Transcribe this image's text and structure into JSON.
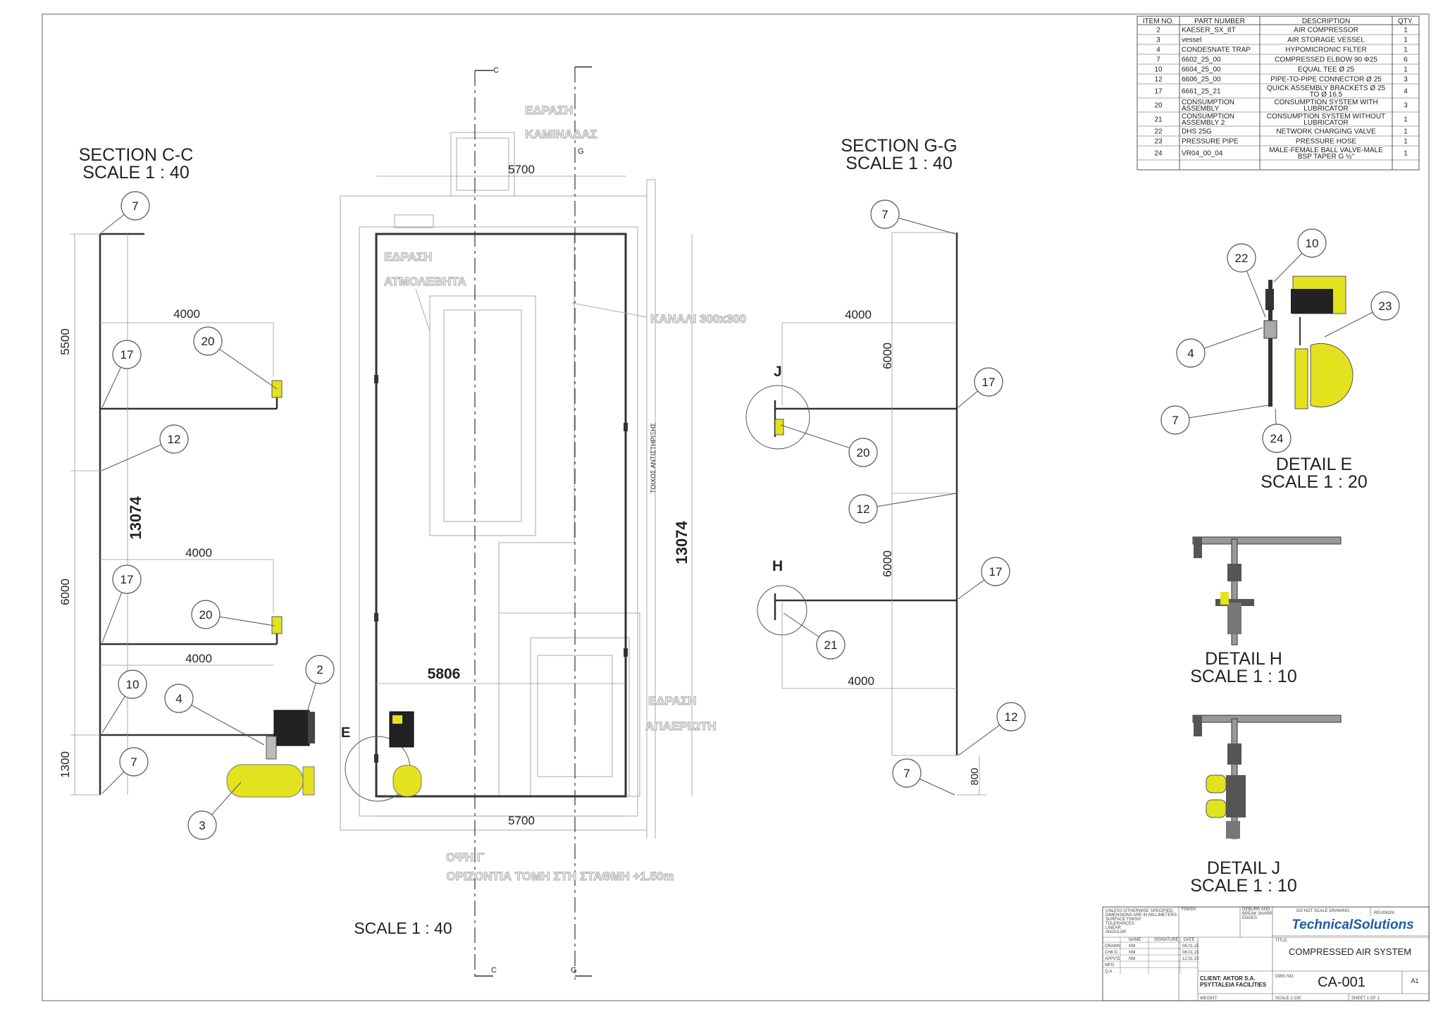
{
  "bom": {
    "headers": [
      "ITEM NO.",
      "PART NUMBER",
      "DESCRIPTION",
      "QTY."
    ],
    "rows": [
      {
        "item": "2",
        "part": "KAESER_SX_8T",
        "desc": [
          "AIR COMPRESSOR"
        ],
        "qty": "1"
      },
      {
        "item": "3",
        "part": "vessel",
        "desc": [
          "AIR STORAGE VESSEL"
        ],
        "qty": "1"
      },
      {
        "item": "4",
        "part": "CONDESNATE TRAP",
        "desc": [
          "HYPOMICRONIC FILTER"
        ],
        "qty": "1"
      },
      {
        "item": "7",
        "part": "6602_25_00",
        "desc": [
          "COMPRESSED ELBOW 90 Φ25"
        ],
        "qty": "6"
      },
      {
        "item": "10",
        "part": "6604_25_00",
        "desc": [
          "EQUAL TEE Ø 25"
        ],
        "qty": "1"
      },
      {
        "item": "12",
        "part": "6606_25_00",
        "desc": [
          "PIPE-TO-PIPE CONNECTOR Ø 25"
        ],
        "qty": "3"
      },
      {
        "item": "17",
        "part": "6661_25_21",
        "desc": [
          "QUICK ASSEMBLY BRACKETS Ø 25",
          "TO Ø 16.5"
        ],
        "qty": "4"
      },
      {
        "item": "20",
        "part": "CONSUMPTION ASSEMBLY",
        "desc": [
          "CONSUMPTION SYSTEM WITH",
          "LUBRICATOR"
        ],
        "qty": "3"
      },
      {
        "item": "21",
        "part": "CONSUMPTION ASSEMBLY 2",
        "desc": [
          "CONSUMPTION SYSTEM WITHOUT",
          "LUBRICATOR"
        ],
        "qty": "1"
      },
      {
        "item": "22",
        "part": "DHS 25G",
        "desc": [
          "NETWORK CHARGING VALVE"
        ],
        "qty": "1"
      },
      {
        "item": "23",
        "part": "PRESSURE PIPE",
        "desc": [
          "PRESSURE HOSE"
        ],
        "qty": "1"
      },
      {
        "item": "24",
        "part": "VR04_00_04",
        "desc": [
          "MALE-FEMALE BALL VALVE-MALE",
          "BSP TAPER G ½''"
        ],
        "qty": "1"
      }
    ]
  },
  "views": {
    "section_cc": {
      "title": "SECTION C-C",
      "scale": "SCALE 1 : 40"
    },
    "section_gg": {
      "title": "SECTION G-G",
      "scale": "SCALE 1 : 40"
    },
    "detail_e": {
      "title": "DETAIL E",
      "scale": "SCALE 1 : 20"
    },
    "detail_h": {
      "title": "DETAIL H",
      "scale": "SCALE 1 : 10"
    },
    "detail_j": {
      "title": "DETAIL J",
      "scale": "SCALE 1 : 10"
    },
    "plan": {
      "scale": "SCALE 1 : 40"
    }
  },
  "plan_labels": {
    "chimney": [
      "ΕΔΡΑΣΗ",
      "ΚΑΜΙΝΑΔΑΣ"
    ],
    "boiler": [
      "ΕΔΡΑΣΗ",
      "ΑΤΜΟΛΕΒΗΤΑ"
    ],
    "channel": "ΚΑΝΑΛΙ 300x300",
    "deaerator": [
      "ΕΔΡΑΣΗ",
      "ΑΠΑΕΡΙΩΤΗ"
    ],
    "retaining_wall": "ΤΟΙΧΟΣ ΑΝΤΙΣΤΗΡΙΞΗΣ",
    "view_title": "ΟΨΗ Γ",
    "view_subtitle": "ΟΡΙΖΟΝΤΙΑ ΤΟΜΗ ΣΤΗ ΣΤΑΘΜΗ +1.50m",
    "section_letters": {
      "c_top": "C",
      "g_top": "G",
      "c_bottom": "C",
      "g_bottom": "G"
    },
    "detail_e_letter": "E"
  },
  "dimensions": {
    "plan_width_top": "5700",
    "plan_width_bottom": "5700",
    "plan_inner_width": "5806",
    "plan_height": "13074",
    "cc_total_height": "13074",
    "cc_seg_top": "5500",
    "cc_seg_mid": "6000",
    "cc_seg_bottom": "1300",
    "cc_branch_1": "4000",
    "cc_branch_2": "4000",
    "cc_branch_3": "4000",
    "gg_seg_top": "6000",
    "gg_seg_mid": "6000",
    "gg_seg_bottom": "800",
    "gg_branch_top": "4000",
    "gg_branch_bottom": "4000"
  },
  "balloons": {
    "cc": [
      "7",
      "17",
      "20",
      "12",
      "17",
      "20",
      "10",
      "4",
      "2",
      "7",
      "3"
    ],
    "gg": [
      "7",
      "17",
      "20",
      "12",
      "17",
      "21",
      "12",
      "7"
    ],
    "gg_letters": {
      "j": "J",
      "h": "H"
    },
    "detail_e": [
      "22",
      "10",
      "23",
      "4",
      "7",
      "24"
    ]
  },
  "title_block": {
    "notes": [
      "UNLESS OTHERWISE SPECIFIED:",
      "DIMENSIONS ARE IN MILLIMETERS",
      "SURFACE FINISH:",
      "TOLERANCES:",
      "LINEAR:",
      "ANGULAR:"
    ],
    "finish": "FINISH:",
    "deburr": [
      "DEBURR AND",
      "BREAK SHARP",
      "EDGES"
    ],
    "do_not_scale": "DO NOT SCALE DRAWING",
    "revision": "REVISION",
    "company": "TechnicalSolutions",
    "title_label": "TITLE:",
    "title": "COMPRESSED AIR SYSTEM",
    "sign_headers": [
      "NAME",
      "SIGNATURE",
      "DATE"
    ],
    "sign_rows": [
      {
        "role": "DRAWN",
        "name": "NM",
        "date": "08.01.15"
      },
      {
        "role": "CHK'D",
        "name": "NM",
        "date": "08.01.15"
      },
      {
        "role": "APPV'D",
        "name": "NM",
        "date": "12.01.15"
      },
      {
        "role": "MFG",
        "name": "",
        "date": ""
      },
      {
        "role": "Q.A",
        "name": "",
        "date": ""
      }
    ],
    "client": [
      "CLIENT: AKTOR S.A.",
      "PSYTTALEIA FACILITIES"
    ],
    "dwg_no_label": "DWG NO.",
    "dwg_no": "CA-001",
    "sheet_size": "A1",
    "weight": "WEIGHT:",
    "scale": "SCALE:1:100",
    "sheet": "SHEET 1 OF 1"
  },
  "colors": {
    "component": "#e3e21f",
    "component_stroke": "#7a7a10",
    "line": "#333333",
    "ghost": "#b8b8b8"
  }
}
